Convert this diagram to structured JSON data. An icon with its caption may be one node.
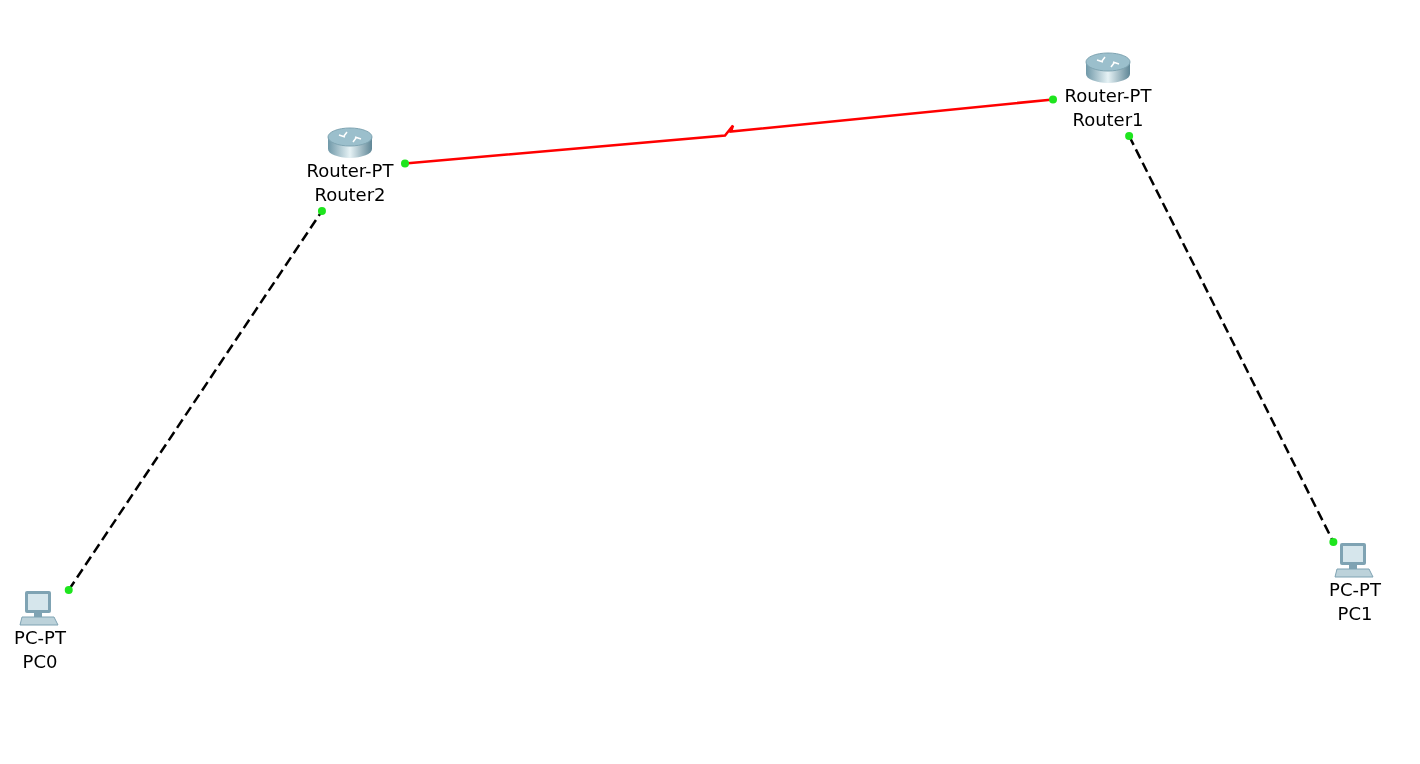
{
  "diagram": {
    "nodes": [
      {
        "text": [
          "Router-PT",
          "Router2"
        ]
      },
      {
        "text": [
          "Router-PT",
          "Router1"
        ]
      },
      {
        "text": [
          "PC-PT",
          "PC0"
        ]
      },
      {
        "text": [
          "PC-PT",
          "PC1"
        ]
      }
    ],
    "edges": [
      {
        "from": 0,
        "to": 1,
        "arrow": "other",
        "color": "#ff0000"
      },
      {
        "from": 2,
        "to": 0,
        "arrow": "other",
        "style": "dashed"
      },
      {
        "from": 1,
        "to": 3,
        "arrow": "other",
        "style": "dashed"
      }
    ]
  }
}
